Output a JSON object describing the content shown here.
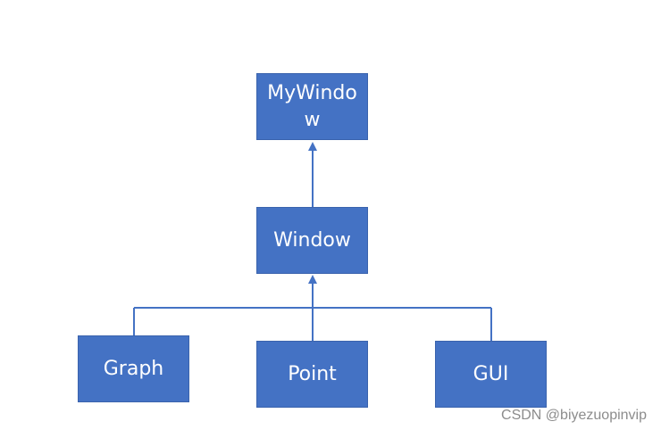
{
  "diagram": {
    "nodes": {
      "mywindow": {
        "line1": "MyWindo",
        "line2": "w"
      },
      "window": {
        "label": "Window"
      },
      "graph": {
        "label": "Graph"
      },
      "point": {
        "label": "Point"
      },
      "gui": {
        "label": "GUI"
      }
    },
    "colors": {
      "box_fill": "#4472c4",
      "box_text": "#ffffff",
      "connector": "#4472c4"
    }
  },
  "watermark": "CSDN @biyezuopinvip"
}
